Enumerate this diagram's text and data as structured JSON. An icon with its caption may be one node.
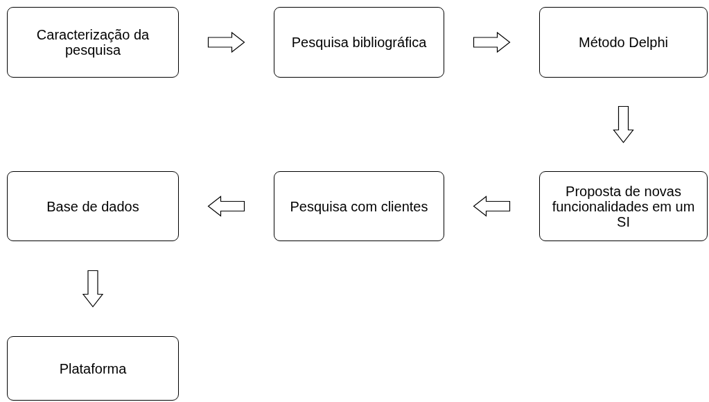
{
  "diagram": {
    "nodes": [
      {
        "text": [
          "Caracterização da pesquisa"
        ]
      },
      {
        "text": [
          "Pesquisa bibliográfica"
        ]
      },
      {
        "text": [
          "Método Delphi"
        ]
      },
      {
        "text": [
          "Proposta de novas funcionalidades em um SI"
        ]
      },
      {
        "text": [
          "Pesquisa com clientes"
        ]
      },
      {
        "text": [
          "Base de dados"
        ]
      },
      {
        "text": [
          "Plataforma"
        ]
      }
    ],
    "edges": [
      {
        "from": 0,
        "to": 1,
        "arrow": "to"
      },
      {
        "from": 1,
        "to": 2,
        "arrow": "to"
      },
      {
        "from": 2,
        "to": 3,
        "arrow": "to"
      },
      {
        "from": 3,
        "to": 4,
        "arrow": "to"
      },
      {
        "from": 4,
        "to": 5,
        "arrow": "to"
      },
      {
        "from": 5,
        "to": 6,
        "arrow": "to"
      }
    ]
  }
}
